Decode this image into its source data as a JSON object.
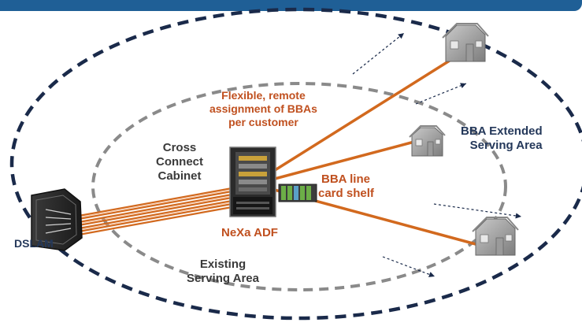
{
  "diagram": {
    "labels": {
      "flexible_1": "Flexible, remote",
      "flexible_2": "assignment of BBAs",
      "flexible_3": "per customer",
      "cross_1": "Cross",
      "cross_2": "Connect",
      "cross_3": "Cabinet",
      "bba_line_1": "BBA line",
      "bba_line_2": "card shelf",
      "nexa": "NeXa ADF",
      "dslam": "DSLAM",
      "existing_1": "Existing",
      "existing_2": "Serving Area",
      "extended_1": "BBA Extended",
      "extended_2": "Serving Area"
    },
    "colors": {
      "header_bar": "#1f5f96",
      "fiber_orange": "#d2691e",
      "outer_ring": "#1a2a4a",
      "inner_ring": "#8a8a8a",
      "label_orange": "#c0501f",
      "label_navy": "#24385a"
    },
    "icons": [
      "dslam-icon",
      "cabinet-icon",
      "line-card-shelf-icon",
      "house-icon"
    ]
  }
}
